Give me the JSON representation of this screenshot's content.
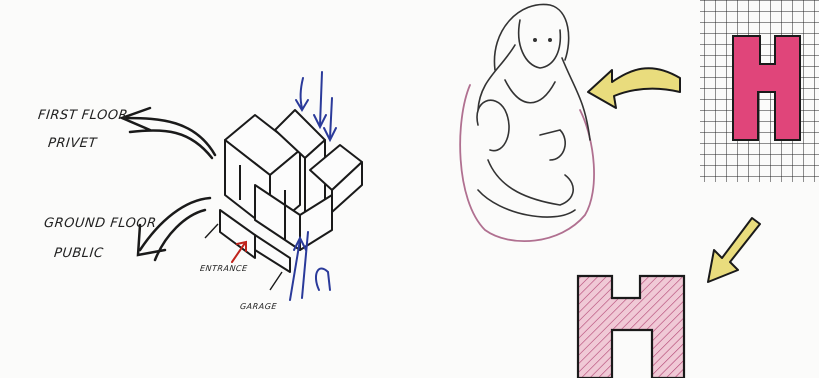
{
  "labels": {
    "first_floor": "FIRST FLOOR",
    "privet": "PRIVET",
    "ground_floor": "GROUND FLOOR",
    "public": "PUBLIC",
    "entrance": "ENTRANCE",
    "garage": "GARAGE"
  },
  "colors": {
    "ink": "#1a1a1a",
    "red_arrow": "#c0241c",
    "blue_arrow": "#2a3a9a",
    "yellow_arrow": "#e9dc7d",
    "magenta_fill": "#e0457a",
    "pink_fill": "#e8b3c4",
    "halo": "#b07090"
  },
  "icons": [
    "isometric-building-sketch",
    "mother-and-child-sketch",
    "grid-plan-h-shape",
    "hatched-plan-h-shape"
  ]
}
